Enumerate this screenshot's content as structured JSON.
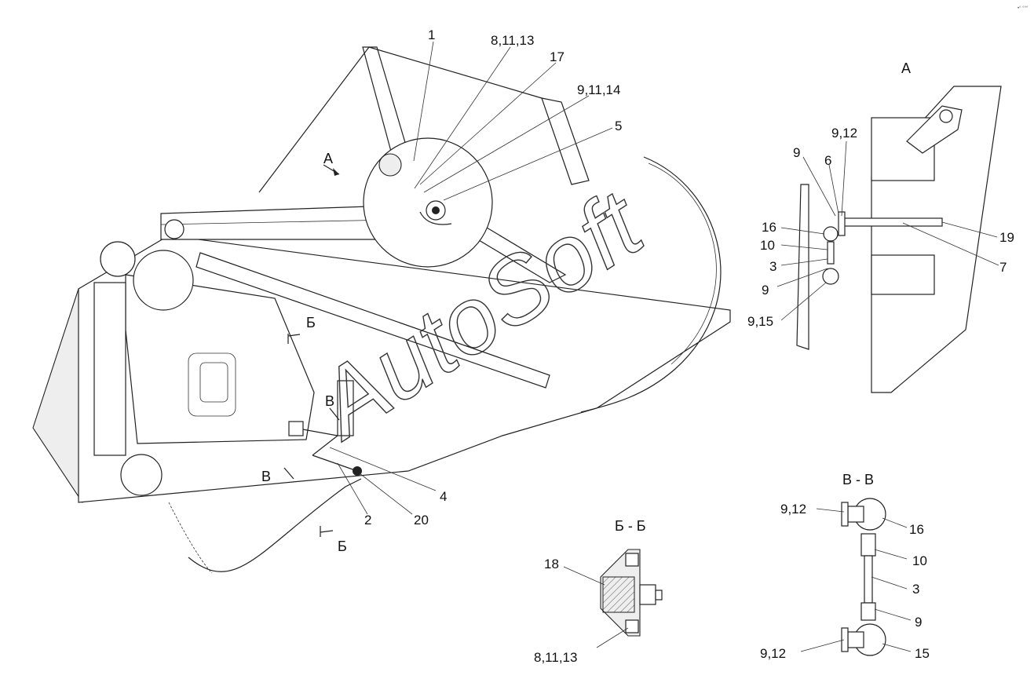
{
  "watermark": "AutoSoft",
  "corner_mark": "•° °°°",
  "view_titles": {
    "a": "А",
    "bb": "Б - Б",
    "vv": "В - В"
  },
  "section_marks": {
    "a": "А",
    "b": "Б",
    "v": "В"
  },
  "callouts": {
    "main": [
      "1",
      "8,11,13",
      "17",
      "9,11,14",
      "5",
      "4",
      "2",
      "20"
    ],
    "view_a": [
      "9,12",
      "9",
      "6",
      "16",
      "10",
      "3",
      "9",
      "9,15",
      "19",
      "7"
    ],
    "view_bb": [
      "18",
      "8,11,13"
    ],
    "view_vv": [
      "9,12",
      "16",
      "10",
      "3",
      "9",
      "9,12",
      "15"
    ]
  }
}
